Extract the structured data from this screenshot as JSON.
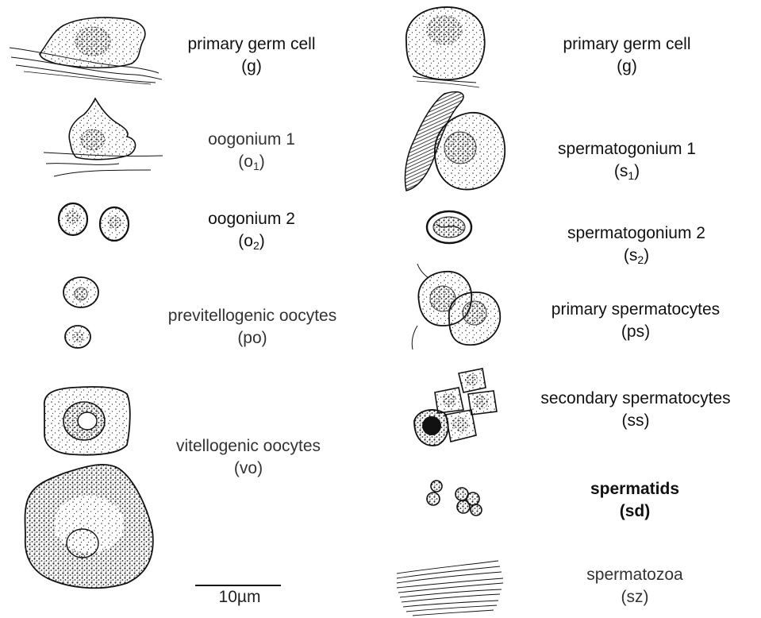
{
  "oogenesis": [
    {
      "name": "primary germ cell",
      "abbr": "(g)"
    },
    {
      "name": "oogonium 1",
      "abbr_pre": "(o",
      "abbr_sub": "1",
      "abbr_post": ")"
    },
    {
      "name": "oogonium 2",
      "abbr_pre": "(o",
      "abbr_sub": "2",
      "abbr_post": ")"
    },
    {
      "name": "previtellogenic oocytes",
      "abbr": "(po)"
    },
    {
      "name": "vitellogenic oocytes",
      "abbr": "(vo)"
    }
  ],
  "spermatogenesis": [
    {
      "name": "primary germ cell",
      "abbr": "(g)"
    },
    {
      "name": "spermatogonium 1",
      "abbr_pre": "(s",
      "abbr_sub": "1",
      "abbr_post": ")"
    },
    {
      "name": "spermatogonium 2",
      "abbr_pre": "(s",
      "abbr_sub": "2",
      "abbr_post": ")"
    },
    {
      "name": "primary spermatocytes",
      "abbr": "(ps)"
    },
    {
      "name": "secondary spermatocytes",
      "abbr": "(ss)"
    },
    {
      "name": "spermatids",
      "abbr": "(sd)"
    },
    {
      "name": "spermatozoa",
      "abbr": "(sz)"
    }
  ],
  "scale_bar": {
    "label": "10µm"
  }
}
